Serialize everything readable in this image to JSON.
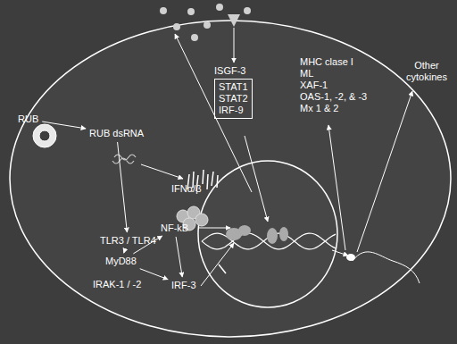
{
  "diagram": {
    "nodes": [
      {
        "text": [
          "RUB"
        ]
      },
      {
        "text": [
          "RUB dsRNA"
        ]
      },
      {
        "text": [
          "TLR3 / TLR4"
        ]
      },
      {
        "text": [
          "MyD88"
        ]
      },
      {
        "text": [
          "NF-kB"
        ]
      },
      {
        "text": [
          "IRF-3"
        ]
      },
      {
        "text": [
          "IFNα/β"
        ]
      },
      {
        "text": [
          "ISGF-3",
          "STAT1",
          "STAT2",
          "IRF-9"
        ]
      },
      {
        "text": [
          "MHC clase I",
          "ML",
          "XAF-1",
          "OAS-1, -2, & -3",
          "Mx 1 & 2"
        ]
      },
      {
        "text": [
          "Other cytokines"
        ]
      }
    ],
    "edges": [
      {
        "from": 0,
        "to": 1,
        "arrow": "to"
      },
      {
        "from": 1,
        "to": 2,
        "arrow": "to"
      },
      {
        "from": 2,
        "to": 3,
        "arrow": "to"
      },
      {
        "from": 3,
        "to": 4,
        "arrow": "to"
      },
      {
        "from": 3,
        "to": 5,
        "arrow": "to"
      },
      {
        "from": 4,
        "to": 5,
        "arrow": "to"
      }
    ],
    "labels": [
      "IRAK-1 / -2"
    ]
  }
}
